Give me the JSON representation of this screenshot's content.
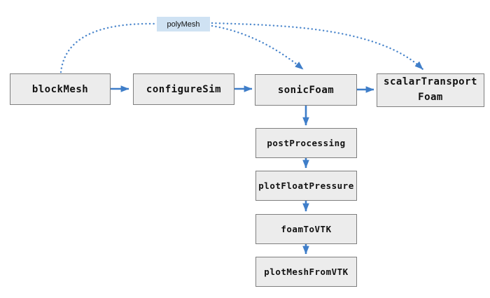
{
  "colors": {
    "arrow_blue": "#3f7ec9",
    "dotted_blue": "#4c87cc",
    "node_fill": "#ececec",
    "node_border": "#7f7f7f",
    "tag_fill": "#cfe2f3",
    "text_color": "#111111",
    "background": "#ffffff"
  },
  "nodes": {
    "blockMesh": {
      "label": "blockMesh"
    },
    "configureSim": {
      "label": "configureSim"
    },
    "sonicFoam": {
      "label": "sonicFoam"
    },
    "scalarTransportFoam": {
      "label_line1": "scalarTransport",
      "label_line2": "Foam"
    },
    "postProcessing": {
      "label": "postProcessing"
    },
    "plotFloatPressure": {
      "label": "plotFloatPressure"
    },
    "foamToVTK": {
      "label": "foamToVTK"
    },
    "plotMeshFromVTK": {
      "label": "plotMeshFromVTK"
    },
    "polyMesh": {
      "label": "polyMesh"
    }
  },
  "edges": [
    {
      "from": "blockMesh",
      "to": "configureSim",
      "style": "solid-arrow"
    },
    {
      "from": "configureSim",
      "to": "sonicFoam",
      "style": "solid-arrow"
    },
    {
      "from": "sonicFoam",
      "to": "scalarTransportFoam",
      "style": "solid-arrow"
    },
    {
      "from": "sonicFoam",
      "to": "postProcessing",
      "style": "solid-arrow"
    },
    {
      "from": "postProcessing",
      "to": "plotFloatPressure",
      "style": "solid-arrow"
    },
    {
      "from": "plotFloatPressure",
      "to": "foamToVTK",
      "style": "solid-arrow"
    },
    {
      "from": "foamToVTK",
      "to": "plotMeshFromVTK",
      "style": "solid-arrow"
    },
    {
      "from": "blockMesh",
      "to": "polyMesh",
      "style": "dotted"
    },
    {
      "from": "polyMesh",
      "to": "sonicFoam",
      "style": "dotted-arrow"
    },
    {
      "from": "polyMesh",
      "to": "scalarTransportFoam",
      "style": "dotted-arrow"
    }
  ]
}
